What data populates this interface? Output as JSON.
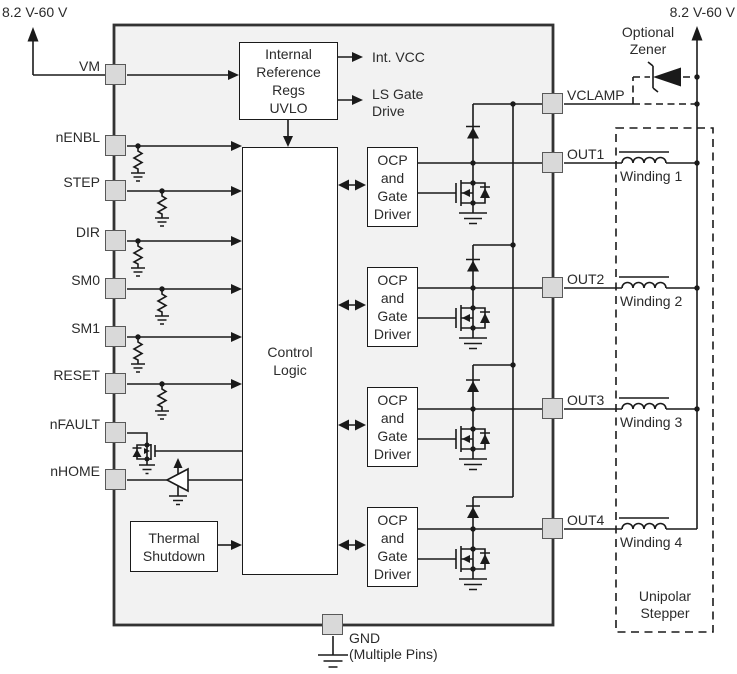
{
  "supply": {
    "left": "8.2 V-60 V",
    "right": "8.2 V-60 V"
  },
  "pins": {
    "left": [
      "VM",
      "nENBL",
      "STEP",
      "DIR",
      "SM0",
      "SM1",
      "RESET",
      "nFAULT",
      "nHOME"
    ],
    "right": [
      "VCLAMP",
      "OUT1",
      "OUT2",
      "OUT3",
      "OUT4"
    ],
    "bottom": "GND",
    "bottom_note": "(Multiple Pins)"
  },
  "blocks": {
    "internal_ref": [
      "Internal",
      "Reference",
      "Regs",
      "UVLO"
    ],
    "control_logic": "Control Logic",
    "ocp": [
      "OCP",
      "and",
      "Gate",
      "Driver"
    ],
    "thermal": [
      "Thermal",
      "Shutdown"
    ]
  },
  "signals": {
    "int_vcc": "Int. VCC",
    "ls_gate_drive": "LS Gate Drive"
  },
  "motor": {
    "windings": [
      "Winding 1",
      "Winding 2",
      "Winding 3",
      "Winding 4"
    ],
    "stepper": "Unipolar Stepper",
    "zener": "Optional Zener"
  },
  "colors": {
    "chip_fill": "#f2f2f2",
    "pin_fill": "#d9d9d9",
    "wire": "#1a1a1a"
  }
}
